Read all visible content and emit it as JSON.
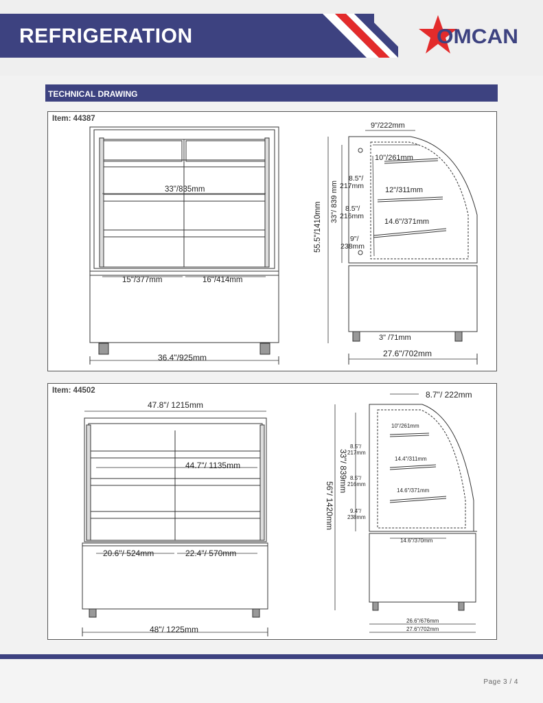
{
  "header": {
    "title": "REFRIGERATION",
    "brand": "OMCAN",
    "brand_star_color": "#e32b2b",
    "bar_color": "#3d4280"
  },
  "section": {
    "title": "TECHNICAL DRAWING"
  },
  "panel1": {
    "item": "Item: 44387",
    "front": {
      "width_inner": "33\"/835mm",
      "left_shelf": "15\"/377mm",
      "right_shelf": "16\"/414mm",
      "total_width": "36.4\"/925mm"
    },
    "side": {
      "top_depth": "9\"/222mm",
      "shelf1": "10\"/261mm",
      "gap1": "8.5\"/",
      "gap1b": "217mm",
      "shelf2": "12\"/311mm",
      "gap2": "8.5\"/",
      "gap2b": "216mm",
      "shelf3": "14.6\"/371mm",
      "gap3": "9\"/",
      "gap3b": "238mm",
      "display_height": "33\"/ 839 mm",
      "total_height": "55.5\"/1410mm",
      "base_clearance": "3\" /71mm",
      "total_depth": "27.6\"/702mm"
    }
  },
  "panel2": {
    "item": "Item: 44502",
    "front": {
      "top_width": "47.8\"/ 1215mm",
      "inner_width": "44.7\"/ 1135mm",
      "left_shelf": "20.6\"/ 524mm",
      "right_shelf": "22.4\"/ 570mm",
      "total_width": "48\"/ 1225mm"
    },
    "side": {
      "top_depth": "8.7\"/ 222mm",
      "shelf1": "10\"/261mm",
      "gap1": "8.5\"/",
      "gap1b": "217mm",
      "shelf2": "14.4\"/311mm",
      "gap2": "8.5\"/",
      "gap2b": "216mm",
      "shelf3": "14.6\"/371mm",
      "gap3": "9.4\"/",
      "gap3b": "238mm",
      "base_shelf": "14.6\"/370mm",
      "display_height": "33\"/ 839mm",
      "total_height": "56\"/ 1420mm",
      "base_depth": "26.6\"/676mm",
      "total_depth": "27.6\"/702mm"
    }
  },
  "footer": {
    "page": "Page 3 / 4"
  }
}
